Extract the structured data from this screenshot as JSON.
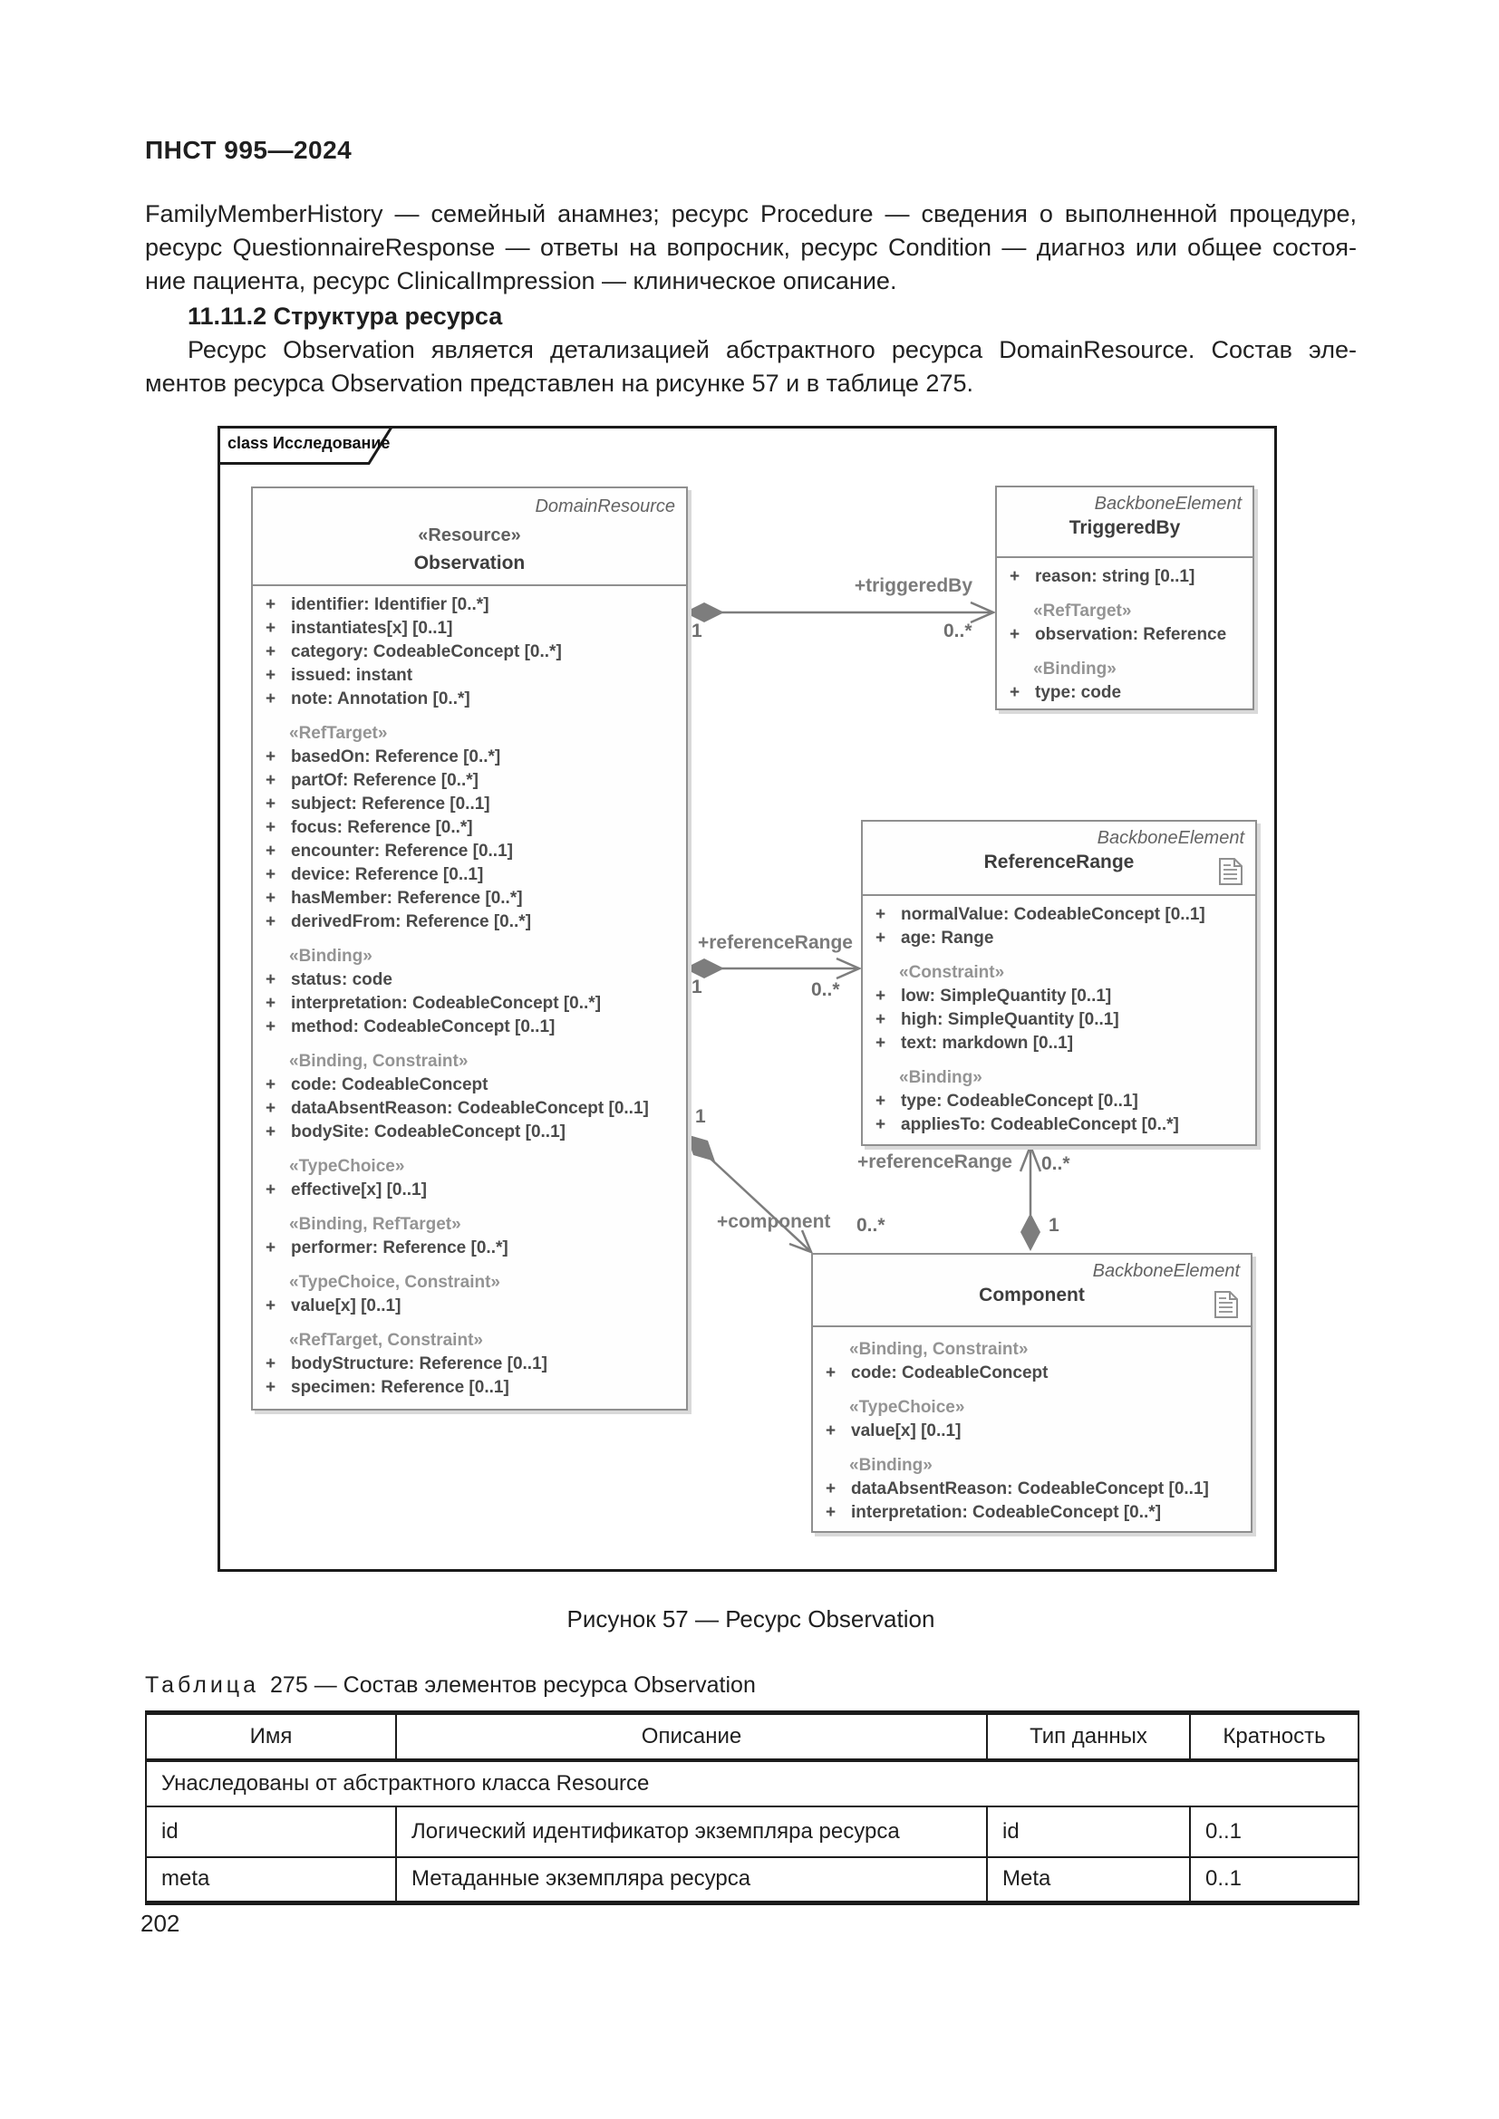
{
  "page": {
    "doc_code": "ПНСТ 995—2024",
    "intro_lines": [
      "FamilyMemberHistory — семейный анамнез; ресурс Procedure — сведения о выполненной процедуре,",
      "ресурс QuestionnaireResponse — ответы на вопросник, ресурс Condition — диагноз или общее состоя-",
      "ние пациента, ресурс ClinicalImpression — клиническое описание."
    ],
    "section_heading": "11.11.2 Структура ресурса",
    "section_lines": [
      "Ресурс Observation является детализацией абстрактного ресурса DomainResource. Состав эле-",
      "ментов ресурса Observation представлен на рисунке 57 и в таблице 275."
    ],
    "figure_caption": "Рисунок 57 — Ресурс Observation",
    "table_caption_word": "Таблица",
    "table_caption_rest": "275 — Состав элементов ресурса Observation",
    "page_number": "202"
  },
  "diagram": {
    "frame_label": "class Исследование",
    "plus": "+",
    "observation": {
      "parent": "DomainResource",
      "stereotype": "«Resource»",
      "name": "Observation",
      "lines": [
        "identifier: Identifier [0..*]",
        "instantiates[x] [0..1]",
        "category: CodeableConcept [0..*]",
        "issued: instant",
        "note: Annotation [0..*]",
        "«RefTarget»",
        "basedOn: Reference [0..*]",
        "partOf: Reference [0..*]",
        "subject: Reference [0..1]",
        "focus: Reference [0..*]",
        "encounter: Reference [0..1]",
        "device: Reference [0..1]",
        "hasMember: Reference [0..*]",
        "derivedFrom: Reference [0..*]",
        "«Binding»",
        "status: code",
        "interpretation: CodeableConcept [0..*]",
        "method: CodeableConcept [0..1]",
        "«Binding, Constraint»",
        "code: CodeableConcept",
        "dataAbsentReason: CodeableConcept [0..1]",
        "bodySite: CodeableConcept [0..1]",
        "«TypeChoice»",
        "effective[x] [0..1]",
        "«Binding, RefTarget»",
        "performer: Reference [0..*]",
        "«TypeChoice, Constraint»",
        "value[x] [0..1]",
        "«RefTarget, Constraint»",
        "bodyStructure: Reference [0..1]",
        "specimen: Reference [0..1]"
      ]
    },
    "triggered_by": {
      "parent": "BackboneElement",
      "name": "TriggeredBy",
      "lines": [
        "reason: string [0..1]",
        "«RefTarget»",
        "observation: Reference",
        "«Binding»",
        "type: code"
      ]
    },
    "reference_range": {
      "parent": "BackboneElement",
      "name": "ReferenceRange",
      "lines": [
        "normalValue: CodeableConcept [0..1]",
        "age: Range",
        "«Constraint»",
        "low: SimpleQuantity [0..1]",
        "high: SimpleQuantity [0..1]",
        "text: markdown [0..1]",
        "«Binding»",
        "type: CodeableConcept [0..1]",
        "appliesTo: CodeableConcept [0..*]"
      ]
    },
    "component": {
      "parent": "BackboneElement",
      "name": "Component",
      "lines": [
        "«Binding, Constraint»",
        "code: CodeableConcept",
        "«TypeChoice»",
        "value[x] [0..1]",
        "«Binding»",
        "dataAbsentReason: CodeableConcept [0..1]",
        "interpretation: CodeableConcept [0..*]"
      ]
    },
    "connectors": {
      "triggered_by": {
        "label": "+triggeredBy",
        "source_mult": "1",
        "target_mult": "0..*"
      },
      "reference_range": {
        "label": "+referenceRange",
        "source_mult": "1",
        "target_mult": "0..*"
      },
      "component": {
        "label": "+component",
        "source_mult": "1",
        "target_mult": "0..*"
      },
      "component_reference_range": {
        "label": "+referenceRange",
        "source_mult": "1",
        "target_mult": "0..*"
      }
    }
  },
  "table": {
    "headers": [
      "Имя",
      "Описание",
      "Тип данных",
      "Кратность"
    ],
    "group_row": "Унаследованы от абстрактного класса Resource",
    "rows": [
      {
        "name": "id",
        "description": "Логический идентификатор экземпляра ресурса",
        "type": "id",
        "mult": "0..1"
      },
      {
        "name": "meta",
        "description": "Метаданные экземпляра ресурса",
        "type": "Meta",
        "mult": "0..1"
      }
    ]
  }
}
